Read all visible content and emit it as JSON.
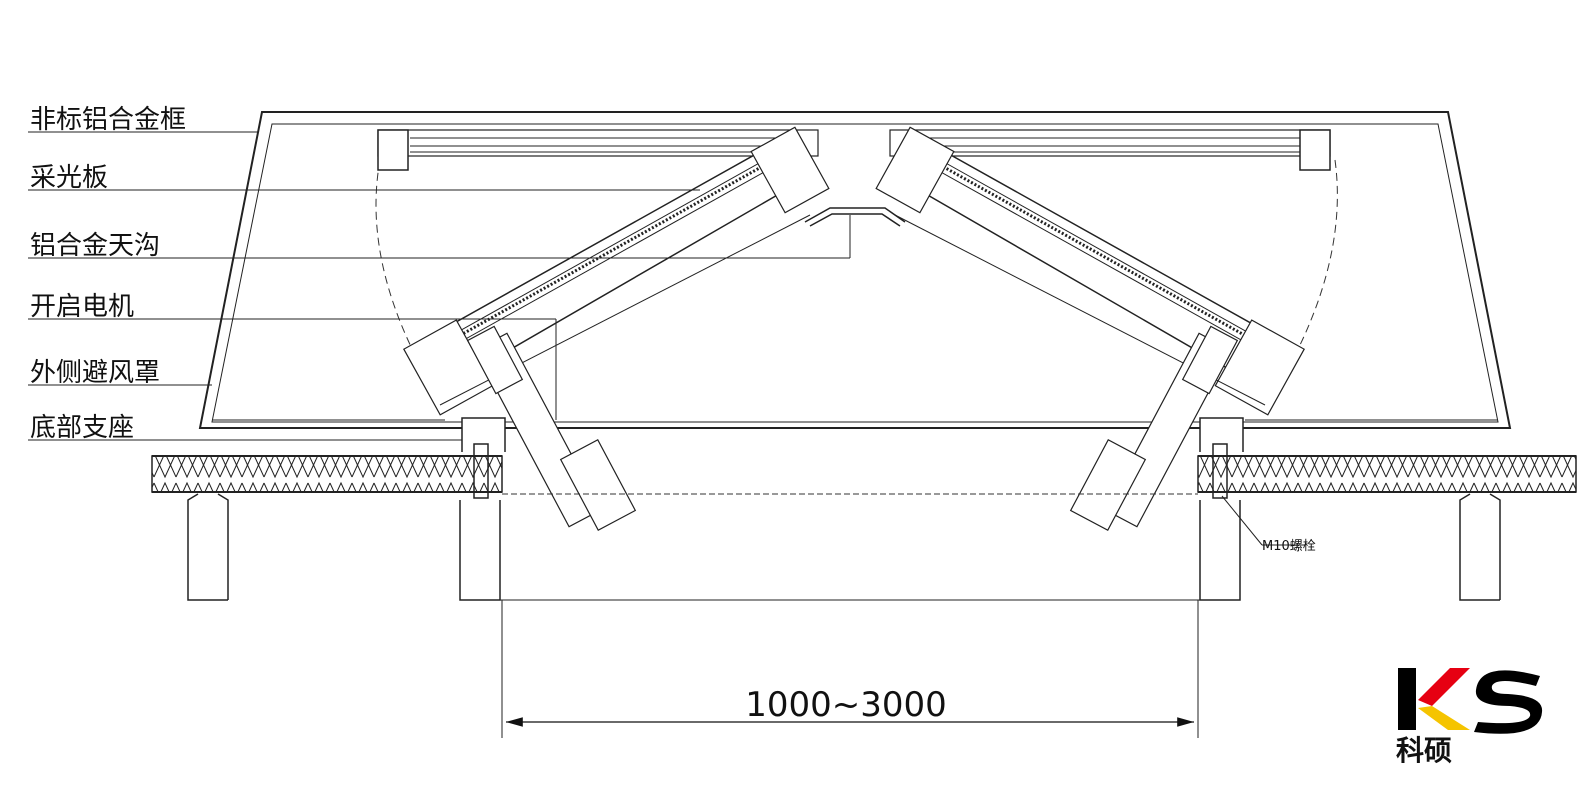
{
  "labels": {
    "frame": "非标铝合金框",
    "panel": "采光板",
    "gutter": "铝合金天沟",
    "motor": "开启电机",
    "hood": "外侧避风罩",
    "base": "底部支座"
  },
  "bolt_note": "M10螺栓",
  "dimension": "1000~3000",
  "logo": {
    "letters": "KS",
    "chinese": "科硕",
    "colors": {
      "primary": "#000000",
      "red": "#e60012",
      "yellow": "#f5c400"
    }
  }
}
